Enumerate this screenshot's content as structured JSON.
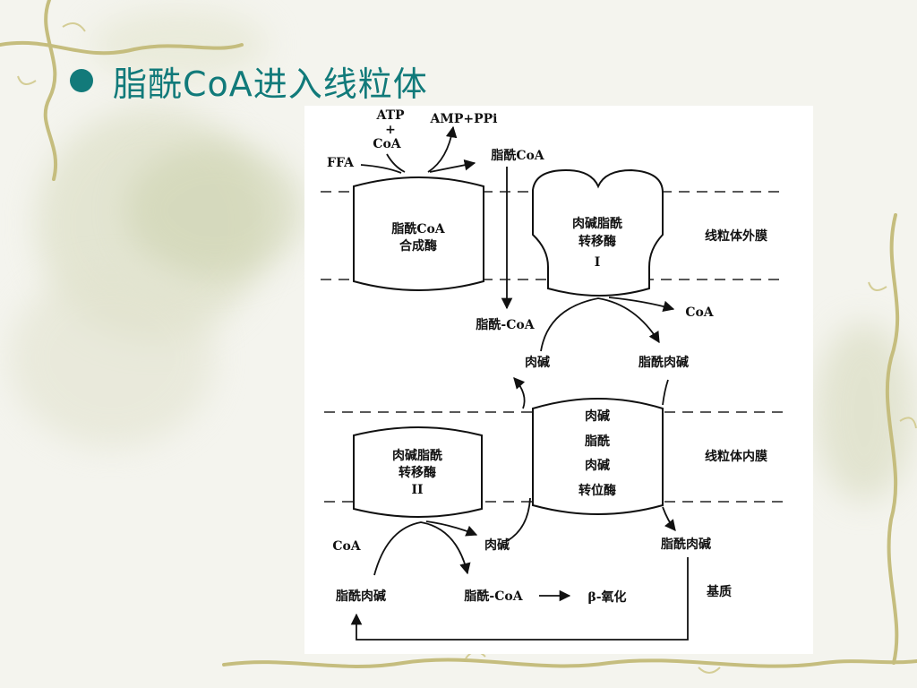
{
  "slide": {
    "title": "脂酰CoA进入线粒体"
  },
  "diagram": {
    "top": {
      "atp": "ATP",
      "plus": "+",
      "coa_in": "CoA",
      "amp_ppi": "AMP+PPi",
      "ffa": "FFA",
      "acyl_coa_out": "脂酰CoA"
    },
    "synthase": {
      "line1": "脂酰CoA",
      "line2": "合成酶"
    },
    "cpt1": {
      "line1": "肉碱脂酰",
      "line2": "转移酶",
      "line3": "I"
    },
    "outer_membrane": "线粒体外膜",
    "middle": {
      "acyl_coa": "脂酰-CoA",
      "coa_out": "CoA",
      "carnitine": "肉碱",
      "acylcarnitine": "脂酰肉碱"
    },
    "translocase": {
      "line1": "肉碱",
      "line2": "脂酰",
      "line3": "肉碱",
      "line4": "转位酶"
    },
    "inner_membrane": "线粒体内膜",
    "cpt2": {
      "line1": "肉碱脂酰",
      "line2": "转移酶",
      "line3": "II"
    },
    "bottom": {
      "coa": "CoA",
      "carnitine": "肉碱",
      "acylcarnitine_right": "脂酰肉碱",
      "acylcarnitine_left": "脂酰肉碱",
      "acyl_coa": "脂酰-CoA",
      "beta_oxidation": "β-氧化",
      "matrix": "基质"
    }
  }
}
